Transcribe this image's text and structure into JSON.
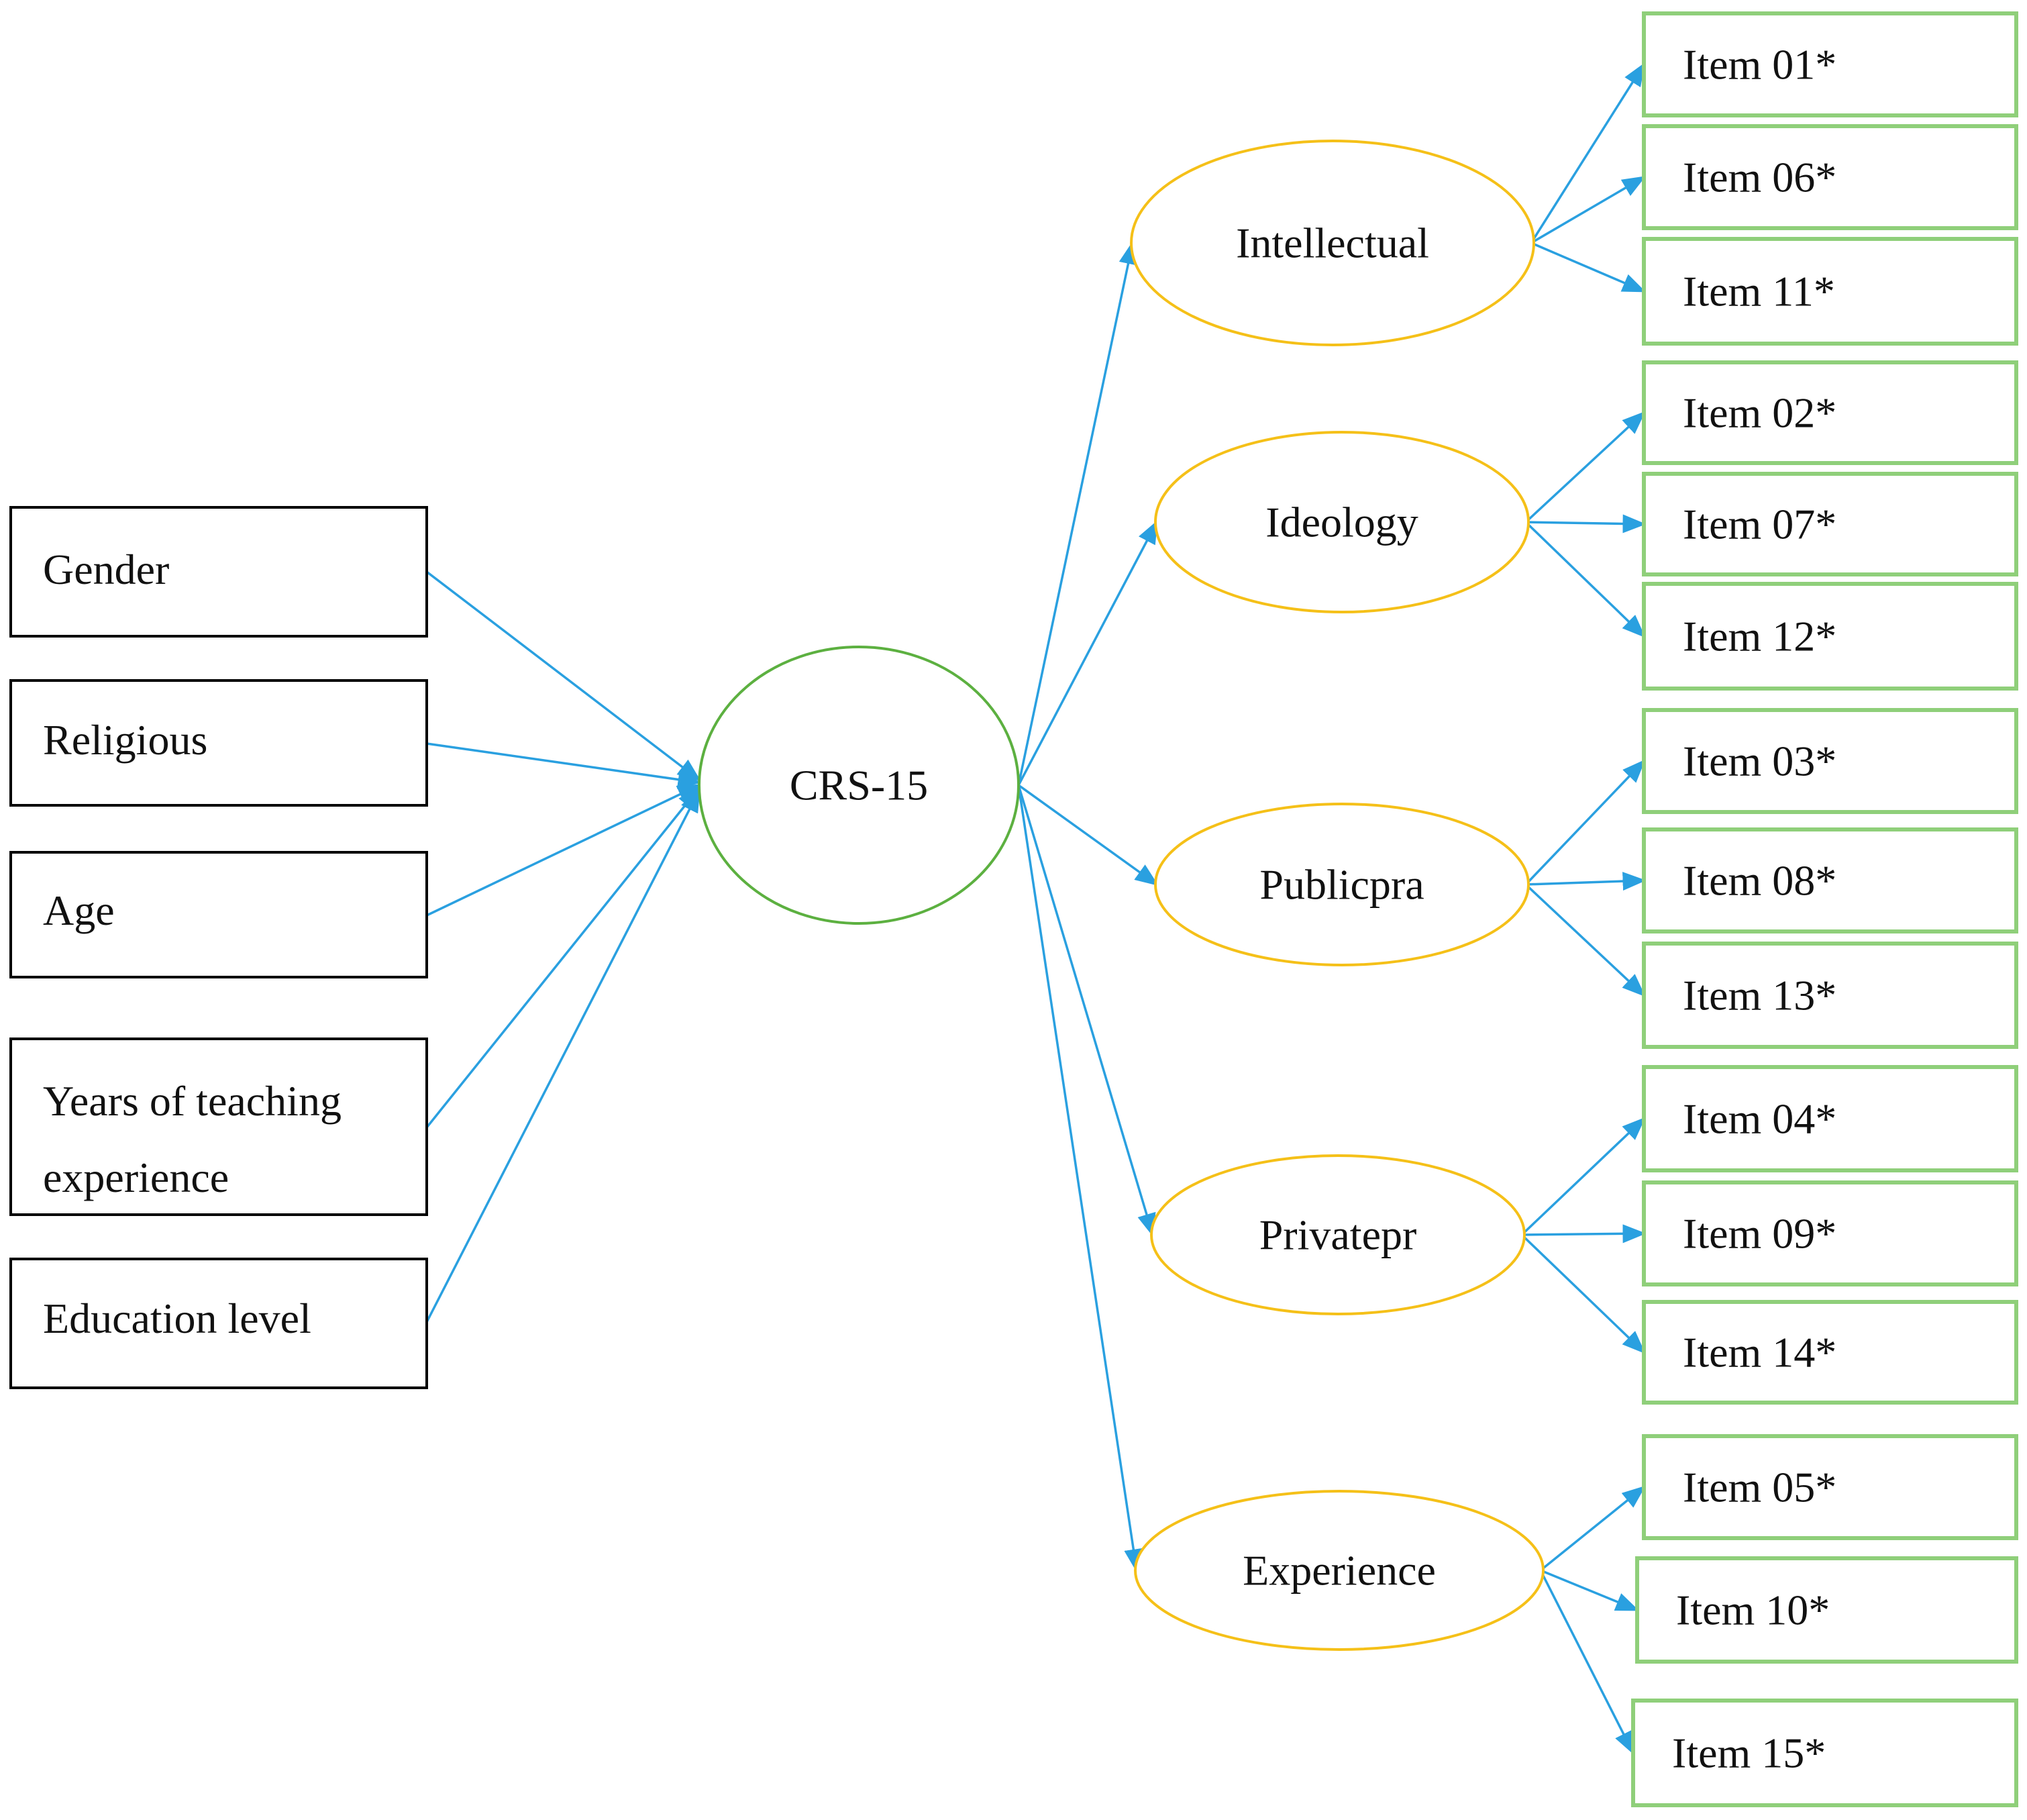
{
  "colors": {
    "arrow": "#2aa0e0",
    "factor_outline": "#f5c018",
    "center_outline": "#5cb040",
    "item_outline": "#8fcf7a",
    "predictor_outline": "#000000"
  },
  "center": {
    "label": "CRS-15"
  },
  "predictors": [
    {
      "label": "Gender"
    },
    {
      "label": "Religious"
    },
    {
      "label": "Age"
    },
    {
      "lines": [
        "Years of teaching",
        "experience"
      ]
    },
    {
      "label": "Education level"
    }
  ],
  "factors": [
    {
      "label": "Intellectual",
      "items": [
        "Item 01*",
        "Item 06*",
        "Item 11*"
      ]
    },
    {
      "label": "Ideology",
      "items": [
        "Item 02*",
        "Item 07*",
        "Item 12*"
      ]
    },
    {
      "label": "Publicpra",
      "items": [
        "Item 03*",
        "Item 08*",
        "Item 13*"
      ]
    },
    {
      "label": "Privatepr",
      "items": [
        "Item 04*",
        "Item 09*",
        "Item 14*"
      ]
    },
    {
      "label": "Experience",
      "items": [
        "Item 05*",
        "Item 10*",
        "Item 15*"
      ]
    }
  ]
}
